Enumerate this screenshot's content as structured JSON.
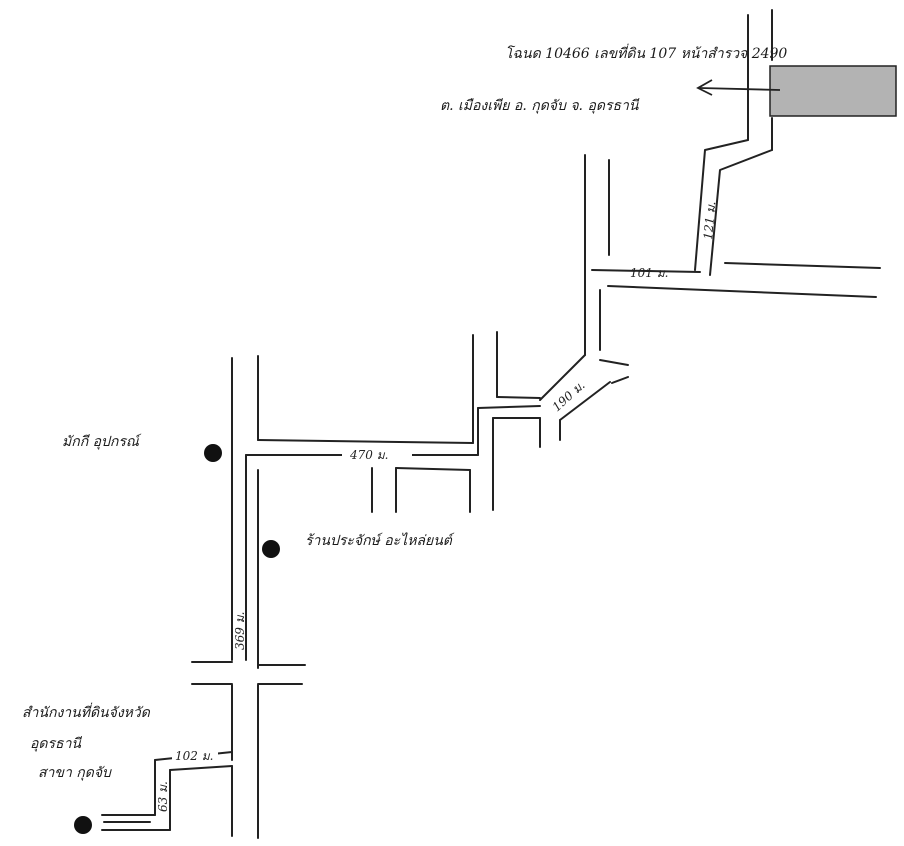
{
  "header": {
    "line1": "โฉนด 10466 เลขที่ดิน 107 หน้าสำรวจ 2490",
    "line2": "ต. เมืองเพีย อ. กุดจับ จ. อุดรธานี"
  },
  "places": {
    "market_label": "มักกี อุปกรณ์",
    "shop_label": "ร้านประจักษ์ อะไหล่ยนต์",
    "office_label_1": "สำนักงานที่ดินจังหวัด",
    "office_label_2": "อุดรธานี",
    "office_label_3": "สาขา กุดจับ"
  },
  "distances": {
    "d_121": "121 ม.",
    "d_101": "101 ม.",
    "d_190": "190 ม.",
    "d_470": "470 ม.",
    "d_369": "369 ม.",
    "d_102": "102 ม.",
    "d_63": "63 ม."
  },
  "colors": {
    "plot_fill": "#b3b3b3",
    "ink": "#222222",
    "marker": "#111111"
  },
  "icons": {
    "location_marker": "filled-circle",
    "direction_arrow": "arrow-left"
  }
}
